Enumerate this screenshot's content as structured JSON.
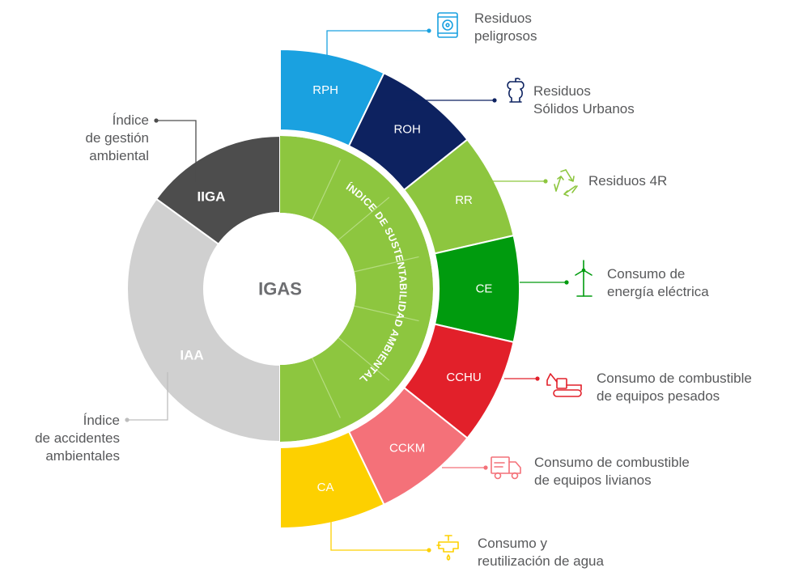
{
  "center": {
    "label": "IGAS"
  },
  "inner_ring_label": "ÍNDICE DE SUSTENTABILIDAD AMBIENTAL",
  "left_segments": [
    {
      "abbr": "IIGA",
      "color": "#4d4d4d",
      "description": [
        "Índice",
        "de gestión",
        "ambiental"
      ]
    },
    {
      "abbr": "IAA",
      "color": "#d0d0d0",
      "description": [
        "Índice",
        "de accidentes",
        "ambientales"
      ]
    }
  ],
  "outer_segments": [
    {
      "abbr": "RPH",
      "color": "#1aa1e0",
      "icon": "hazardous-barrel-icon",
      "description": [
        "Residuos",
        "peligrosos"
      ]
    },
    {
      "abbr": "ROH",
      "color": "#0d2260",
      "icon": "apple-core-icon",
      "description": [
        "Residuos",
        "Sólidos Urbanos"
      ]
    },
    {
      "abbr": "RR",
      "color": "#8dc63f",
      "icon": "recycle-icon",
      "description": [
        "Residuos 4R"
      ]
    },
    {
      "abbr": "CE",
      "color": "#009b0e",
      "icon": "wind-turbine-icon",
      "description": [
        "Consumo de",
        "energía eléctrica"
      ]
    },
    {
      "abbr": "CCHU",
      "color": "#e2202a",
      "icon": "excavator-icon",
      "description": [
        "Consumo de combustible",
        "de equipos pesados"
      ]
    },
    {
      "abbr": "CCKM",
      "color": "#f47179",
      "icon": "truck-icon",
      "description": [
        "Consumo de combustible",
        "de equipos livianos"
      ]
    },
    {
      "abbr": "CA",
      "color": "#fdd000",
      "icon": "water-tap-icon",
      "description": [
        "Consumo y",
        "reutilización de agua"
      ]
    }
  ]
}
